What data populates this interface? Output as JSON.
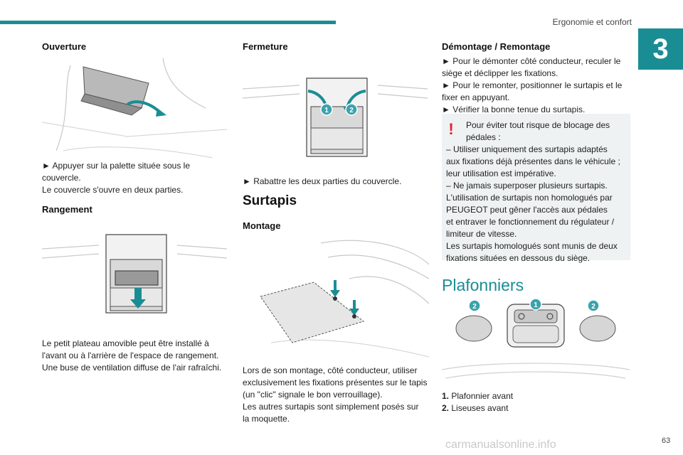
{
  "header": {
    "section_title": "Ergonomie et confort",
    "chapter_number": "3"
  },
  "col1": {
    "ouverture_heading": "Ouverture",
    "ouverture_lines": [
      "► Appuyer sur la palette située sous le",
      "couvercle.",
      "Le couvercle s'ouvre en deux parties."
    ],
    "rangement_heading": "Rangement",
    "rangement_lines": [
      "Le petit plateau amovible peut être installé à",
      "l'avant ou à l'arrière de l'espace de rangement.",
      "Une buse de ventilation diffuse de l'air rafraîchi."
    ]
  },
  "col2": {
    "fermeture_heading": "Fermeture",
    "fermeture_line": "► Rabattre les deux parties du couvercle.",
    "surtapis_title": "Surtapis",
    "montage_heading": "Montage",
    "montage_lines": [
      "Lors de son montage, côté conducteur, utiliser",
      "exclusivement les fixations présentes sur le tapis",
      "(un \"clic\" signale le bon verrouillage).",
      "Les autres surtapis sont simplement posés sur",
      "la moquette."
    ],
    "callouts": [
      "1",
      "2"
    ]
  },
  "col3": {
    "demontage_heading": "Démontage / Remontage",
    "demontage_lines": [
      "► Pour le démonter côté conducteur, reculer le",
      "siège et déclipper les fixations.",
      "► Pour le remonter, positionner le surtapis et le",
      "fixer en appuyant.",
      "► Vérifier la bonne tenue du surtapis."
    ],
    "warning_lines": [
      "Pour éviter tout risque de blocage des",
      "pédales :",
      "– Utiliser uniquement des surtapis adaptés",
      "aux fixations déjà présentes dans le véhicule ;",
      "leur utilisation est impérative.",
      "– Ne jamais superposer plusieurs surtapis.",
      "L'utilisation de surtapis non homologués par",
      "PEUGEOT peut gêner l'accès aux pédales",
      "et entraver le fonctionnement du régulateur /",
      "limiteur de vitesse.",
      "Les surtapis homologués sont munis de deux",
      "fixations situées en dessous du siège."
    ],
    "plafonniers_title": "Plafonniers",
    "callouts": [
      "2",
      "1",
      "2"
    ],
    "legend": [
      {
        "num": "1.",
        "label": "Plafonnier avant"
      },
      {
        "num": "2.",
        "label": "Liseuses avant"
      }
    ]
  },
  "footer": {
    "page_number": "63",
    "watermark": "carmanualsonline.info"
  },
  "colors": {
    "accent": "#1a8d94",
    "warning": "#e3222c",
    "callout": "#3aa3ac"
  }
}
